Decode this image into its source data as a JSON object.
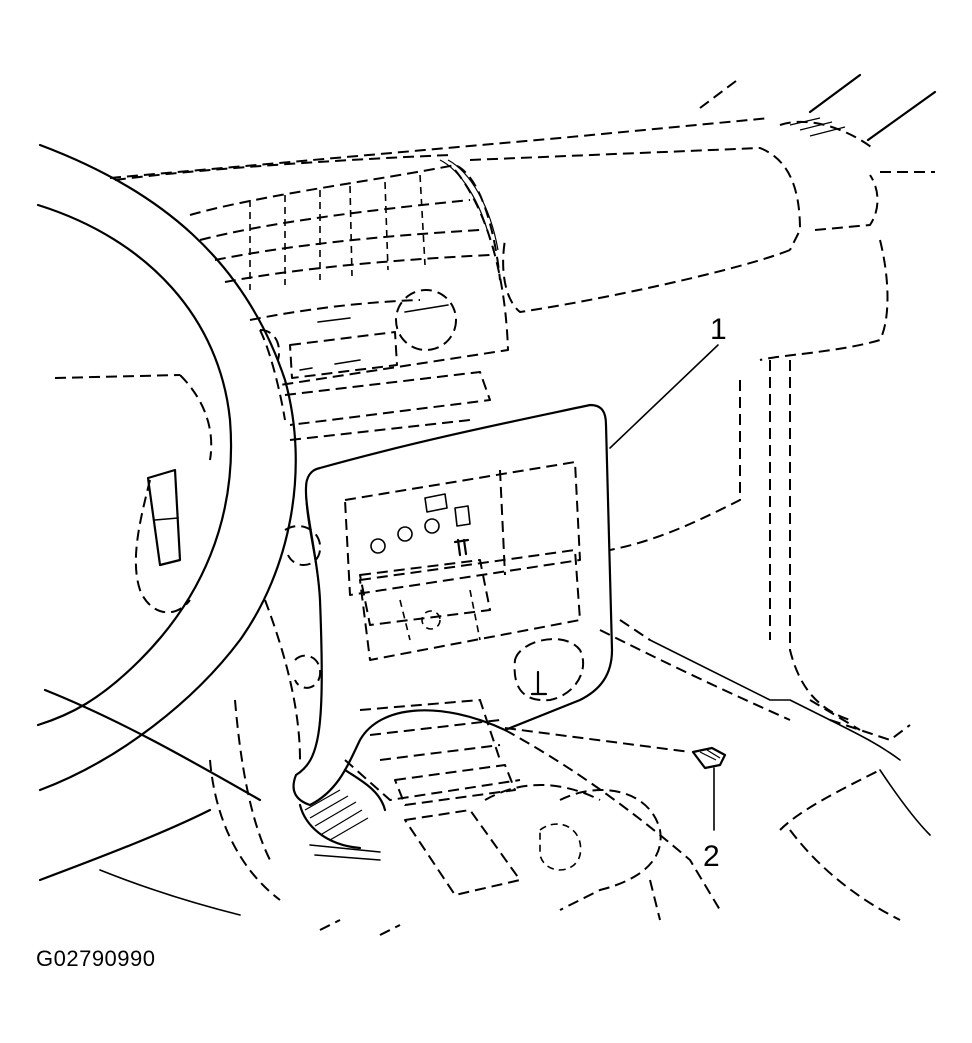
{
  "callouts": [
    "1",
    "2"
  ],
  "figure_id": "G02790990"
}
